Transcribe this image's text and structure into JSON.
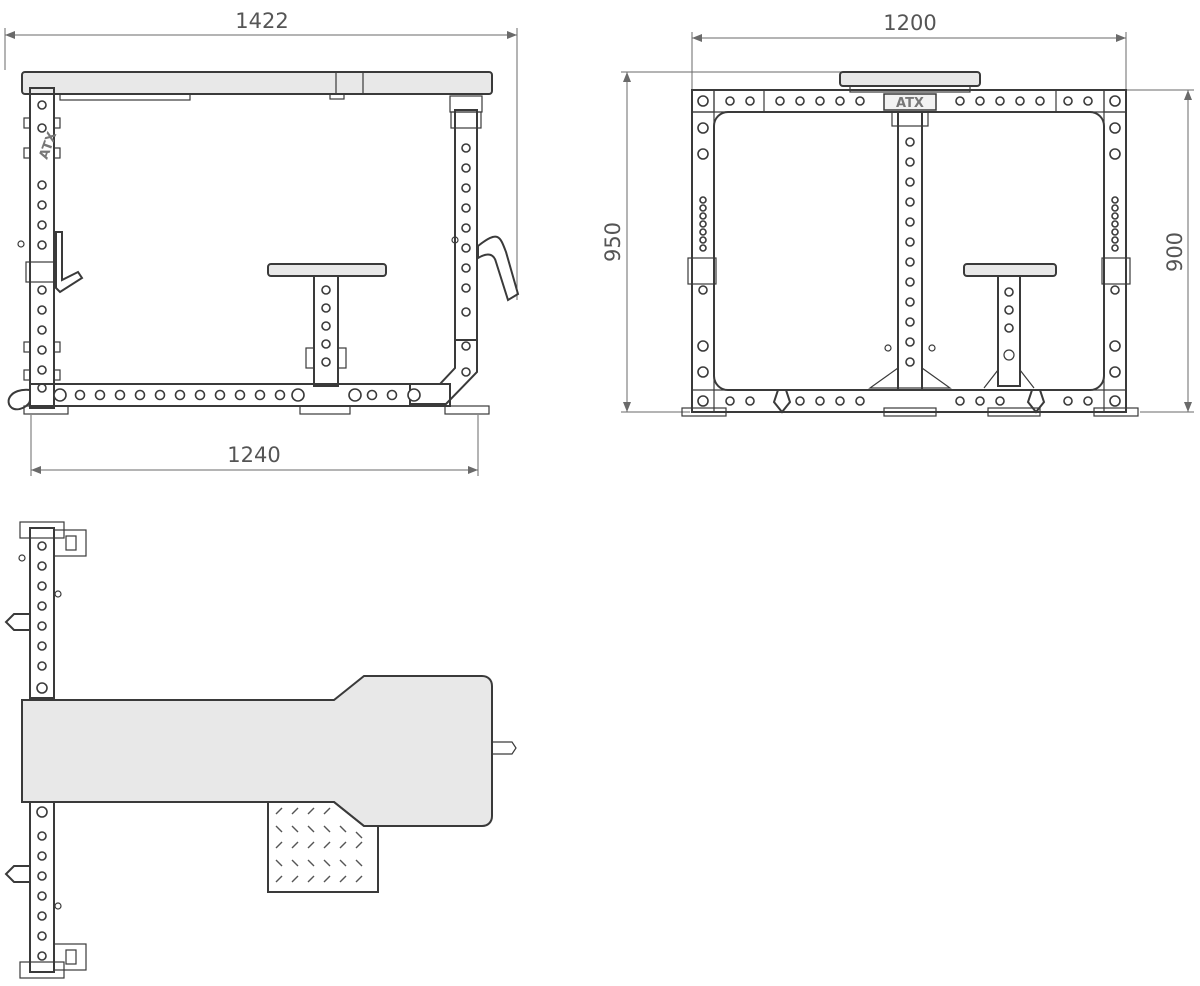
{
  "dimensions": {
    "side_width": "1422",
    "side_base": "1240",
    "front_width": "1200",
    "front_height_total": "950",
    "front_height_frame": "900"
  },
  "brand": {
    "logo_text": "ATX"
  },
  "colors": {
    "line": "#3a3a3a",
    "dimension": "#6a6a6a",
    "text": "#555555",
    "background": "#ffffff"
  }
}
